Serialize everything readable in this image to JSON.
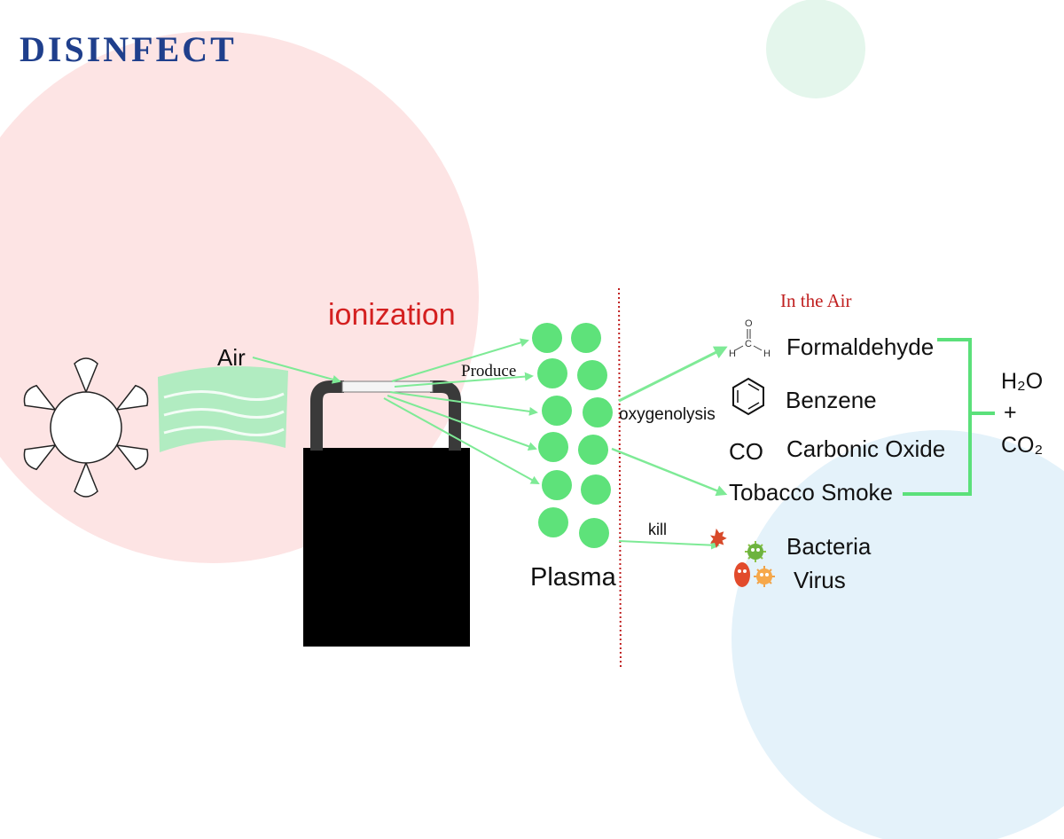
{
  "title": "DISINFECT",
  "labels": {
    "ionization": "ionization",
    "air": "Air",
    "produce": "Produce",
    "oxygenolysis": "oxygenolysis",
    "kill": "kill",
    "plasma": "Plasma",
    "in_the_air": "In the Air"
  },
  "pollutants": {
    "formaldehyde": "Formaldehyde",
    "benzene": "Benzene",
    "co_symbol": "CO",
    "carbonic_oxide": "Carbonic Oxide",
    "tobacco_smoke": "Tobacco Smoke"
  },
  "microbes": {
    "bacteria": "Bacteria",
    "virus": "Virus"
  },
  "formaldehyde_structure": {
    "oxygen": "O",
    "carbon": "C",
    "hydrogen": "H"
  },
  "products": {
    "h2o": "H₂O",
    "plus": "+",
    "co2": "CO₂"
  },
  "colors": {
    "title": "#1f3f8c",
    "ionization": "#d42020",
    "in_the_air": "#c02020",
    "plasma_green": "#5ee27a",
    "arrow_green": "#7eea96",
    "bracket_green": "#5be07a",
    "divider": "#c02020",
    "bg_pink": "#fde4e4",
    "bg_blue": "#e4f2fa",
    "bg_mint": "#e4f6ec"
  },
  "icons": {
    "fan": "fan-icon",
    "air_flow": "air-flow-icon",
    "ionizer": "ionizer-device",
    "benzene": "benzene-ring-icon",
    "bacteria": "bacteria-icon",
    "virus": "virus-icon"
  }
}
